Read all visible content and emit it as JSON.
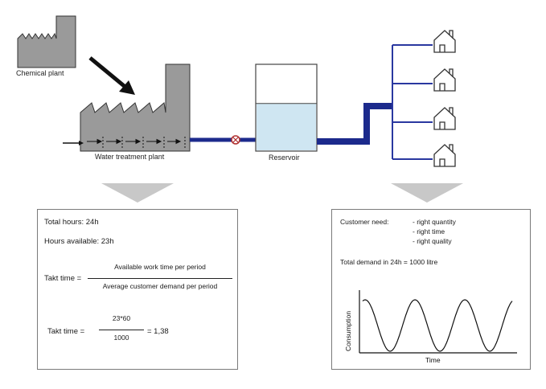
{
  "diagram": {
    "chemical_plant_label": "Chemical plant",
    "treatment_plant_label": "Water treatment plant",
    "reservoir_label": "Reservoir",
    "house_count": 4,
    "reservoir_fill_fraction": 0.55
  },
  "left_panel": {
    "total_hours": "Total hours: 24h",
    "hours_available": "Hours available: 23h",
    "takt_label_1": "Takt time =",
    "numerator_1": "Available work time per period",
    "denominator_1": "Average customer demand per period",
    "takt_label_2": "Takt time =",
    "numerator_2": "23*60",
    "denominator_2": "1000",
    "result": "= 1,38"
  },
  "right_panel": {
    "customer_need_label": "Customer need:",
    "needs": [
      "- right quantity",
      "- right time",
      "- right quality"
    ],
    "total_demand": "Total demand in 24h = 1000 litre",
    "chart": {
      "ylabel": "Consumption",
      "xlabel": "Time"
    }
  },
  "colors": {
    "pipe": "#1c2a8c",
    "building": "#9a9a9a",
    "water": "#cfe6f2",
    "chevron": "#c8c8c8"
  }
}
